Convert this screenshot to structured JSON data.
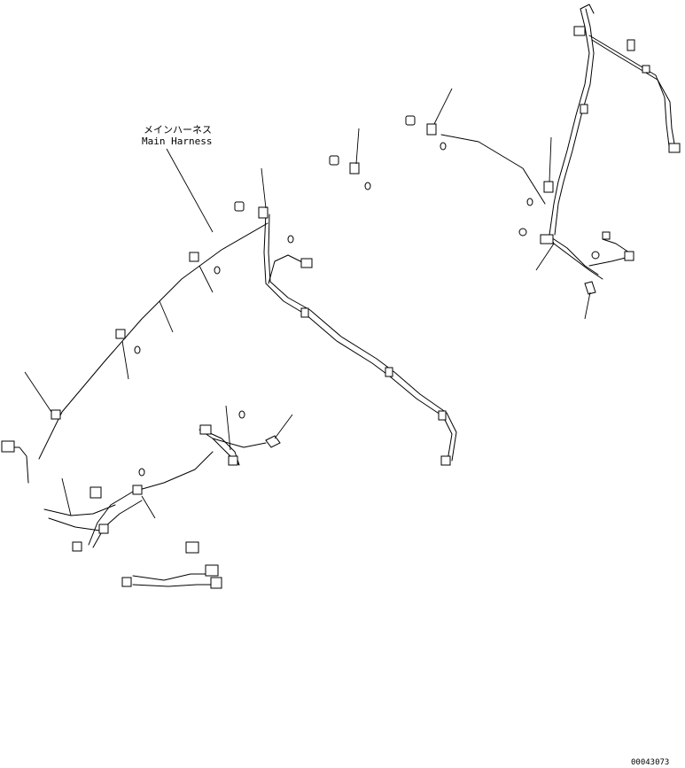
{
  "callout": {
    "label_jp": "メインハーネス",
    "label_en": "Main Harness"
  },
  "drawing_number": "00043073"
}
